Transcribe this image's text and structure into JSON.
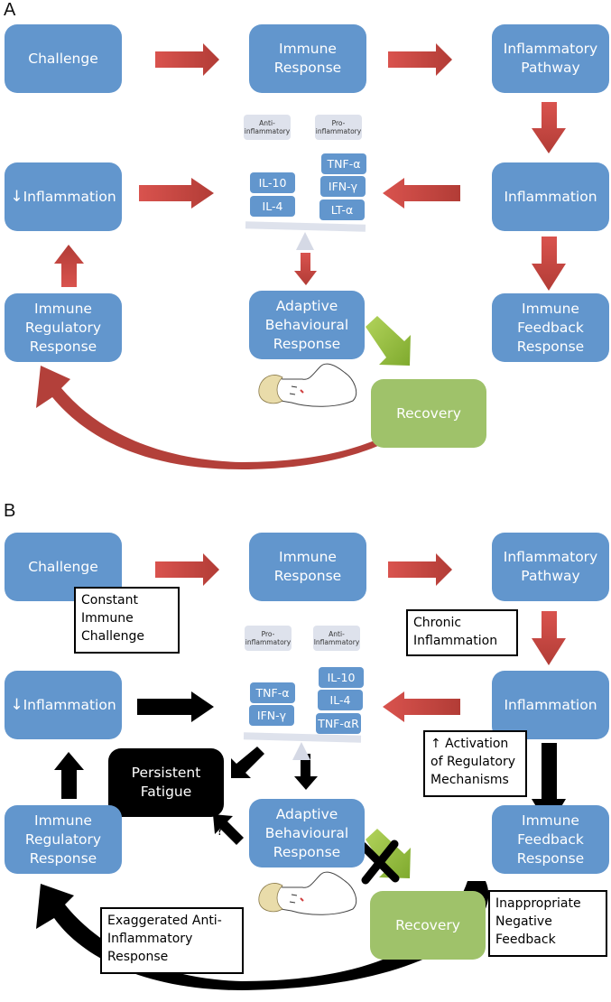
{
  "panelA": {
    "label": "A",
    "boxes": {
      "challenge": "Challenge",
      "immune_response": "Immune\nResponse",
      "inflammatory_pathway": "Inflammatory\nPathway",
      "decreased_inflammation": "Inflammation",
      "inflammation": "Inflammation",
      "adaptive_behavioural_response": "Adaptive\nBehavioural\nResponse",
      "immune_regulatory_response": "Immune\nRegulatory\nResponse",
      "immune_feedback_response": "Immune\nFeedback\nResponse",
      "recovery": "Recovery"
    },
    "decrease_symbol": "↓",
    "balance": {
      "left_tag": "Anti-\ninflammatory",
      "right_tag": "Pro-\ninflammatory",
      "left_cytokines": [
        "IL-10",
        "IL-4"
      ],
      "right_cytokines": [
        "TNF-α",
        "IFN-γ",
        "LT-α"
      ]
    }
  },
  "panelB": {
    "label": "B",
    "boxes": {
      "challenge": "Challenge",
      "immune_response": "Immune\nResponse",
      "inflammatory_pathway": "Inflammatory\nPathway",
      "decreased_inflammation": "Inflammation",
      "inflammation": "Inflammation",
      "persistent_fatigue": "Persistent\nFatigue",
      "adaptive_behavioural_response": "Adaptive\nBehavioural\nResponse",
      "immune_regulatory_response": "Immune\nRegulatory\nResponse",
      "immune_feedback_response": "Immune\nFeedback\nResponse",
      "recovery": "Recovery"
    },
    "decrease_symbol": "↓",
    "balance": {
      "left_tag": "Pro-\ninflammatory",
      "right_tag": "Anti-\nInflammatory",
      "left_cytokines": [
        "TNF-α",
        "IFN-γ"
      ],
      "right_cytokines": [
        "IL-10",
        "IL-4",
        "TNF-αR"
      ]
    },
    "notes": {
      "constant_challenge": "Constant\nImmune\nChallenge",
      "chronic_inflammation": "Chronic\nInflammation",
      "activation_regulatory": "↑ Activation\nof Regulatory\nMechanisms",
      "exaggerated_anti": "Exaggerated Anti-\nInflammatory\nResponse",
      "inappropriate_feedback": "Inappropriate\nNegative\nFeedback"
    },
    "question_mark": "?"
  },
  "colors": {
    "box_blue": "#6296cd",
    "recovery_green": "#9fc26a",
    "arrow_red": "#c0453f",
    "arrow_green": "#93bc3c",
    "fatigue_black": "#000000",
    "tag_grey": "#dee2ec"
  }
}
